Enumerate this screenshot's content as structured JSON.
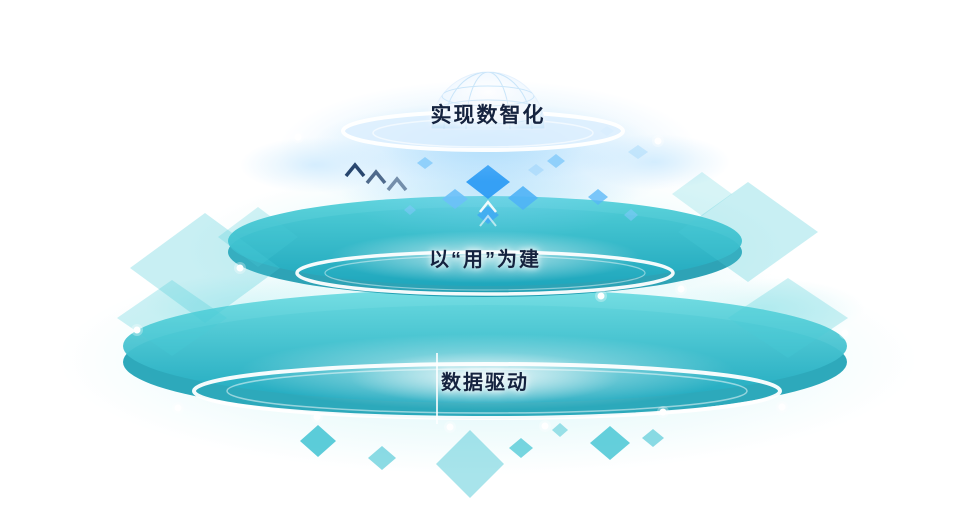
{
  "tiers": [
    {
      "id": "top",
      "label": "实现数智化"
    },
    {
      "id": "middle",
      "label": "以“用”为建"
    },
    {
      "id": "bottom",
      "label": "数据驱动"
    }
  ],
  "colors": {
    "teal_light": "#6FDDE2",
    "teal": "#1FA9BF",
    "teal_dark": "#128FA6",
    "cyan_glow": "#7FE2E8",
    "blue": "#2D9CF4",
    "blue_light": "#8FD0FB",
    "navy_accent": "#1D3C66",
    "rim_white": "#FFFFFF",
    "label_text": "#15233F"
  },
  "icons": [
    {
      "name": "globe-dome-icon"
    },
    {
      "name": "diamond-decor-icon"
    },
    {
      "name": "chevron-up-icon"
    },
    {
      "name": "rim-dot-icon"
    }
  ]
}
